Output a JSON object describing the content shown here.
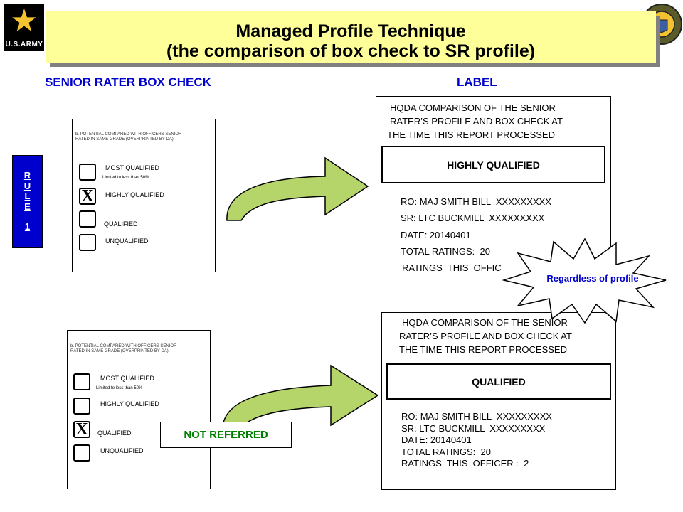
{
  "logo": {
    "brand": "U.S.ARMY",
    "star": "★"
  },
  "title": {
    "line1": "Managed Profile Technique",
    "line2": "(the comparison of box check to SR profile)"
  },
  "headers": {
    "left": "SENIOR RATER BOX CHECK   ",
    "right": "LABEL"
  },
  "rule": {
    "letters": [
      "R",
      "U",
      "L",
      "E",
      "",
      "1"
    ]
  },
  "form": {
    "header_line1": "b.  POTENTIAL  COMPARED WITH  OFFICERS  SENIOR",
    "header_line2": "RATED  IN  SAME GRADE (OVERPRINTED BY DA)",
    "most_qualified": "MOST QUALIFIED",
    "limit_note": "Limited to less than  50%",
    "highly_qualified": "HIGHLY QUALIFIED",
    "qualified": "QUALIFIED",
    "unqualified": "UNQUALIFIED",
    "check_mark": "X"
  },
  "label_top": {
    "heading": [
      "HQDA COMPARISON OF THE SENIOR",
      "RATER’S PROFILE AND BOX CHECK AT",
      "THE TIME THIS REPORT PROCESSED"
    ],
    "grade": "HIGHLY QUALIFIED",
    "ro": "RO: MAJ SMITH BILL  XXXXXXXXX",
    "sr": "SR: LTC BUCKMILL  XXXXXXXXX",
    "date": "DATE: 20140401",
    "total_ratings": "TOTAL RATINGS:  20",
    "ratings_officer": "RATINGS  THIS  OFFIC"
  },
  "label_bottom": {
    "heading": [
      "HQDA COMPARISON OF THE SENIOR",
      "RATER’S PROFILE AND BOX CHECK AT",
      "THE TIME THIS REPORT PROCESSED"
    ],
    "grade": "QUALIFIED",
    "ro": "RO: MAJ SMITH BILL  XXXXXXXXX",
    "sr": "SR: LTC BUCKMILL  XXXXXXXXX",
    "date": "DATE: 20140401",
    "total_ratings": "TOTAL RATINGS:  20",
    "ratings_officer": "RATINGS  THIS  OFFICER :  2"
  },
  "callouts": {
    "not_referred": "NOT REFERRED",
    "regardless": "Regardless of profile"
  },
  "colors": {
    "banner": "#ffff99",
    "header_blue": "#0000cc",
    "arrow_green": "#b5d56a",
    "not_referred": "#008000",
    "rule_box": "#0000cc"
  },
  "icons": [
    "army-star-logo",
    "army-seal-logo",
    "right-arrow-icon",
    "starburst-callout"
  ]
}
